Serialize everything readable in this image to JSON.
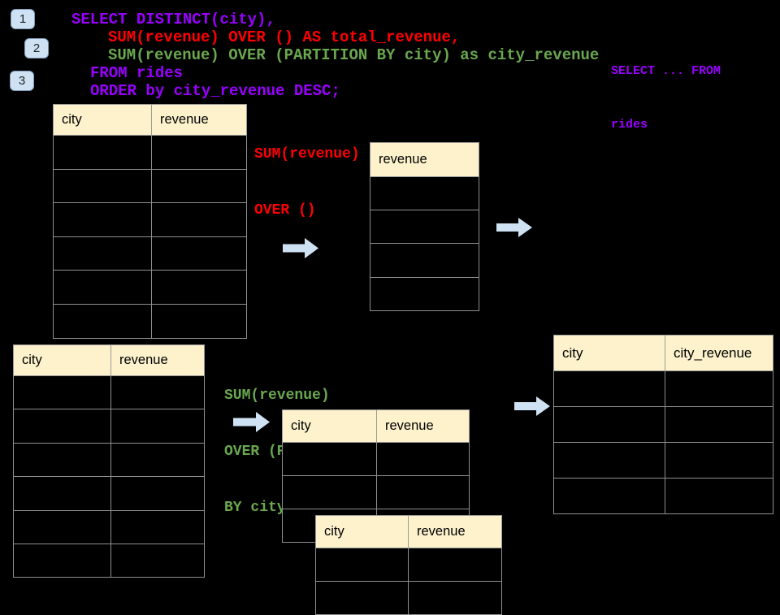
{
  "theme": {
    "background": "#000000",
    "code_purple": "#9900ff",
    "code_red": "#ff0000",
    "code_green": "#6aa84f",
    "table_header_fill": "#fdf2cc",
    "table_border": "#8f8f8f",
    "arrow_fill": "#cfe2f3",
    "badge_fill": "#cfe2f3"
  },
  "badges": [
    {
      "label": "1"
    },
    {
      "label": "2"
    },
    {
      "label": "3"
    }
  ],
  "code": {
    "lines": [
      {
        "text": "SELECT DISTINCT(city),",
        "color": "purple"
      },
      {
        "text": "SUM(revenue) OVER () AS total_revenue,",
        "color": "red"
      },
      {
        "text": "SUM(revenue) OVER (PARTITION BY city) as city_revenue",
        "color": "green"
      },
      {
        "text": "FROM rides",
        "color": "purple"
      },
      {
        "text": "ORDER by city_revenue DESC;",
        "color": "purple"
      }
    ]
  },
  "side_note": {
    "lines": [
      "SELECT ... FROM",
      "rides"
    ]
  },
  "labels": {
    "total": {
      "lines": [
        "SUM(revenue)",
        "OVER ()"
      ]
    },
    "partition": {
      "lines": [
        "SUM(revenue)",
        "OVER (PARTITION",
        "BY city)"
      ]
    }
  },
  "tables": {
    "source": {
      "headers": [
        "city",
        "revenue"
      ],
      "body_rows": 6
    },
    "total_revenue": {
      "headers": [
        "revenue"
      ],
      "body_rows": 4
    },
    "partition_source": {
      "headers": [
        "city",
        "revenue"
      ],
      "body_rows": 6
    },
    "partition_mid": {
      "headers": [
        "city",
        "revenue"
      ],
      "body_rows": 3
    },
    "partition_front": {
      "headers": [
        "city",
        "revenue"
      ],
      "body_rows": 2
    },
    "final": {
      "headers": [
        "city",
        "city_revenue"
      ],
      "body_rows": 4
    }
  },
  "icons": {
    "flow_arrow": "right-arrow-icon"
  }
}
